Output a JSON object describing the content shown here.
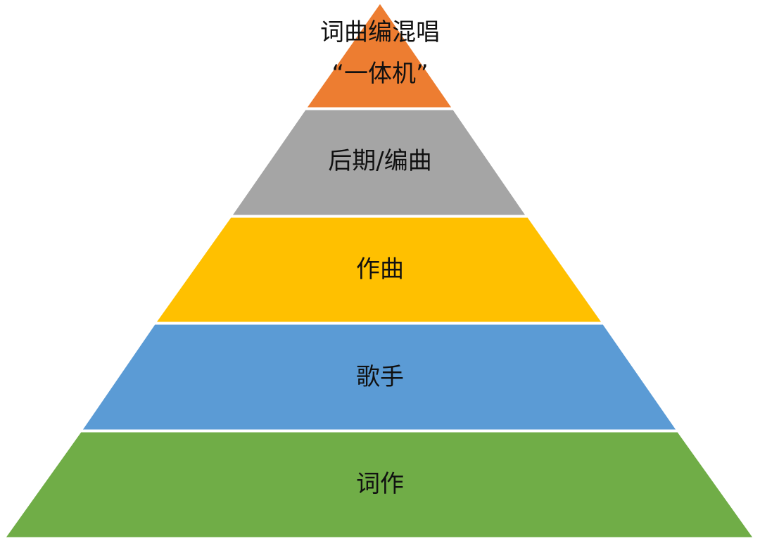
{
  "pyramid": {
    "tiers": [
      {
        "line1": "词曲编混唱",
        "line2": "“一体机”",
        "color": "#ED7D31"
      },
      {
        "label": "后期/编曲",
        "color": "#A5A5A5"
      },
      {
        "label": "作曲",
        "color": "#FFC000"
      },
      {
        "label": "歌手",
        "color": "#5B9BD5"
      },
      {
        "label": "词作",
        "color": "#70AD47"
      }
    ],
    "separator_color": "#FFFFFF"
  }
}
